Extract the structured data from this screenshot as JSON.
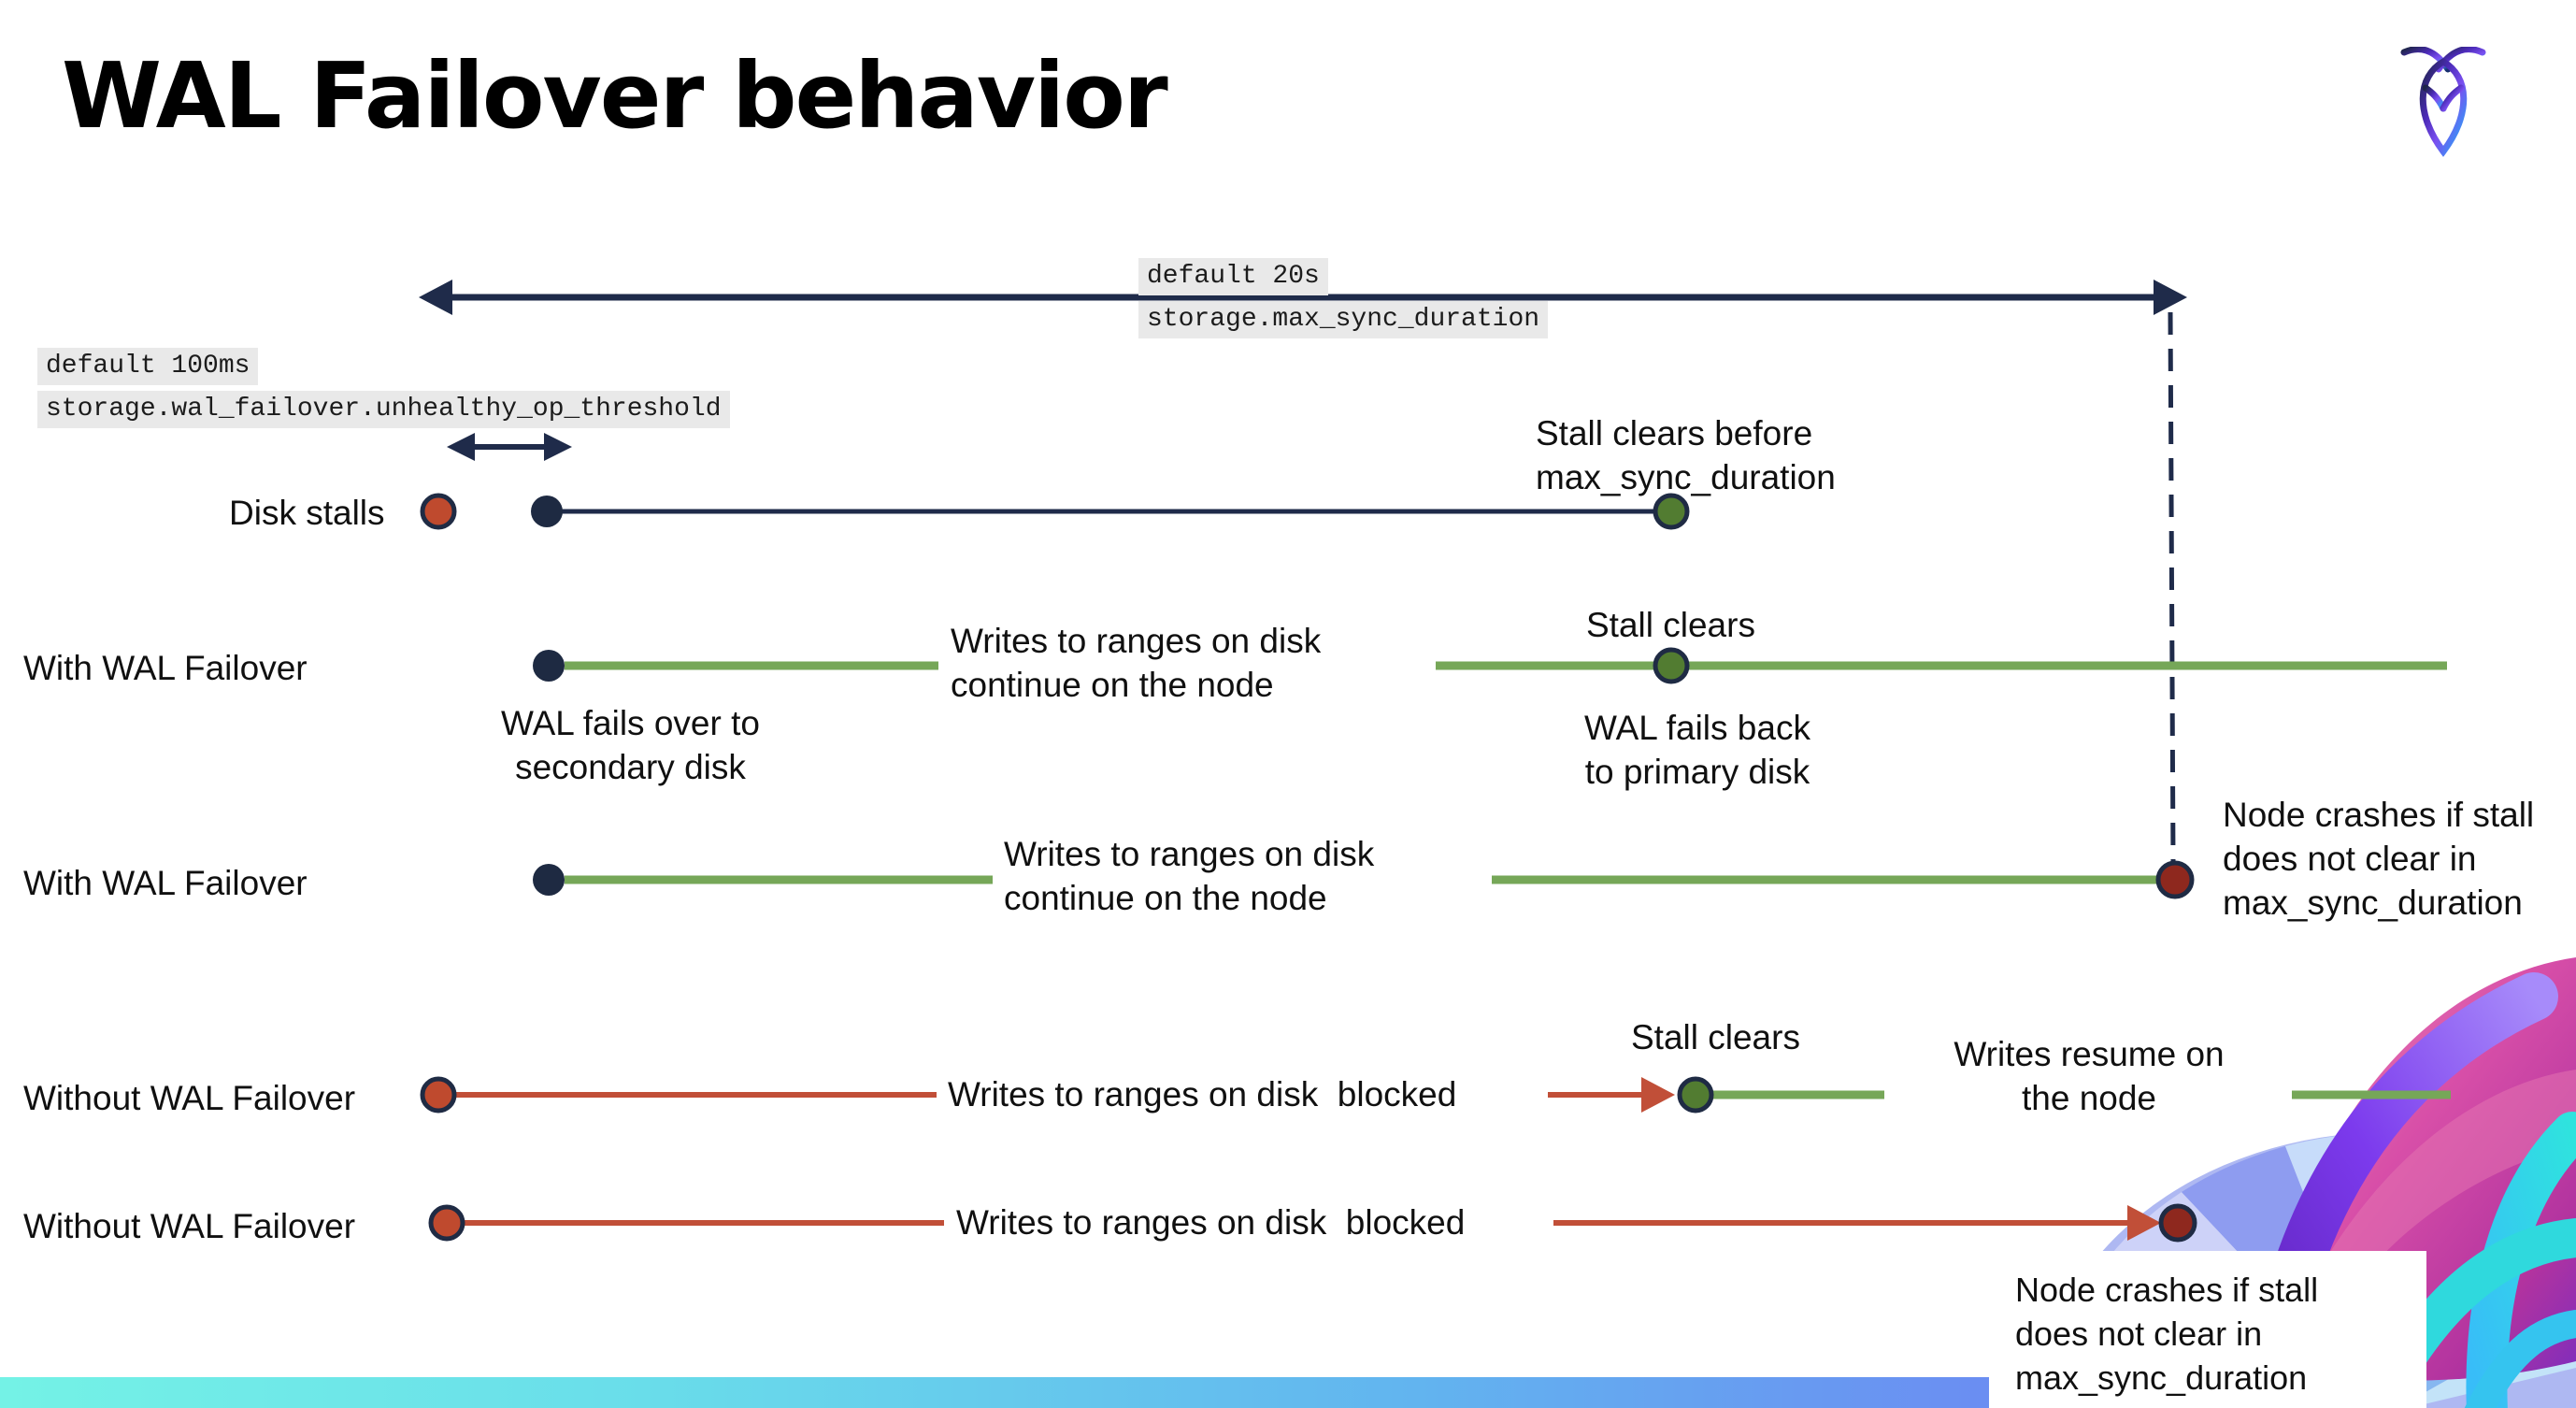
{
  "slide": {
    "title": "WAL Failover behavior"
  },
  "config_labels": {
    "max_sync_duration": {
      "default_value": "default 20s",
      "setting": "storage.max_sync_duration"
    },
    "unhealthy_op_threshold": {
      "default_value": "default 100ms",
      "setting": "storage.wal_failover.unhealthy_op_threshold"
    }
  },
  "rows": {
    "disk_stalls": {
      "label": "Disk stalls"
    },
    "with_wal_1": {
      "label": "With WAL Failover"
    },
    "with_wal_2": {
      "label": "With WAL Failover"
    },
    "without_wal_1": {
      "label": "Without WAL Failover"
    },
    "without_wal_2": {
      "label": "Without WAL Failover"
    }
  },
  "annotations": {
    "stall_clears_before": [
      "Stall clears before",
      "max_sync_duration"
    ],
    "stall_clears_row2": "Stall clears",
    "stall_clears_row4": "Stall clears",
    "wal_fails_over": [
      "WAL fails over to",
      "secondary disk"
    ],
    "wal_fails_back": [
      "WAL fails  back",
      "to primary disk"
    ],
    "writes_continue_row2": [
      "Writes to ranges on disk",
      "continue on the node"
    ],
    "writes_continue_row3": [
      "Writes to ranges on disk",
      "continue on the node"
    ],
    "writes_blocked_row4": "Writes to ranges on disk  blocked",
    "writes_blocked_row5": "Writes to ranges on disk  blocked",
    "writes_resume": [
      "Writes resume on",
      "the node"
    ],
    "node_crashes_row3": [
      "Node crashes if stall",
      "does not clear in",
      "max_sync_duration"
    ],
    "node_crashes_row5": [
      "Node crashes if stall",
      "does not clear in",
      "max_sync_duration"
    ]
  },
  "colors": {
    "navy": "#1f2b4a",
    "green_line": "#76a758",
    "green_dot_fill": "#527c31",
    "red_line": "#c14f38",
    "red_dot_fill": "#bf4a2e",
    "maroon_dot_fill": "#8e281e",
    "config_label_bg": "#e9e9e9",
    "bottom_bar_gradient": [
      "#74f2e6",
      "#62b4ef",
      "#6c4ff0"
    ],
    "brand_purple": "#7c3aed",
    "brand_pink": "#d84fa8",
    "brand_teal": "#2fd9dd"
  }
}
